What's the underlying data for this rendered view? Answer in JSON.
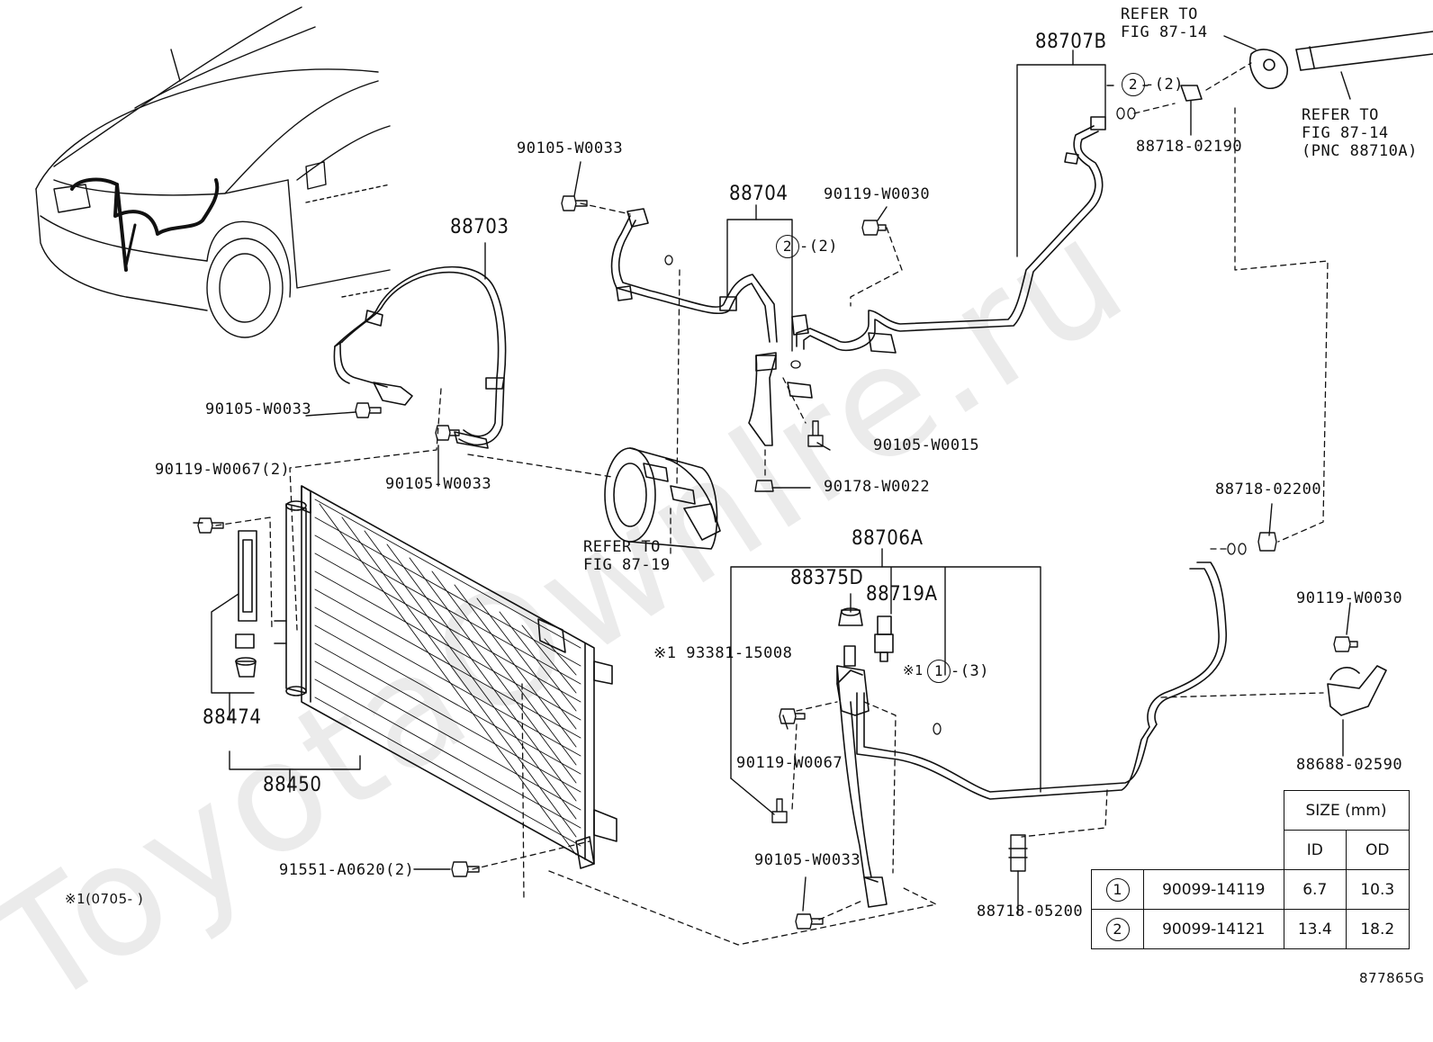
{
  "watermark": "ToyotaOwnIre.ru",
  "figure_code": "877865G",
  "footnote": "※1(0705-     )",
  "callouts": {
    "refer_87_14_a": "REFER TO",
    "refer_87_14_a2": "FIG 87-14",
    "p88707B": "88707B",
    "p88718_02190": "88718-02190",
    "refer_87_14_b": "REFER TO",
    "refer_87_14_b2": "FIG 87-14",
    "refer_87_14_b3": "(PNC 88710A)",
    "p90105_W0033_top": "90105-W0033",
    "p88704": "88704",
    "p90119_W0030_top": "90119-W0030",
    "p88703": "88703",
    "p90105_W0033_left": "90105-W0033",
    "p90105_W0033_mid": "90105-W0033",
    "p90119_W0067_2": "90119-W0067(2)",
    "p90105_W0015": "90105-W0015",
    "p90178_W0022": "90178-W0022",
    "refer_87_19": "REFER TO",
    "refer_87_19b": "FIG 87-19",
    "p88718_02200": "88718-02200",
    "p88706A": "88706A",
    "p88375D": "88375D",
    "p88719A": "88719A",
    "p93381": "※1 93381-15008",
    "p1_3_mark": "※1",
    "p1_3_qty": "-(3)",
    "p2_2_qty_a": "-(2)",
    "p2_2_qty_b": "-(2)",
    "p90119_W0030_right": "90119-W0030",
    "p88474": "88474",
    "p88450": "88450",
    "p90119_W0067": "90119-W0067",
    "p88688_02590": "88688-02590",
    "p91551": "91551-A0620(2)",
    "p90105_W0033_bot": "90105-W0033",
    "p88718_05200": "88718-05200",
    "c1": "1",
    "c2": "2"
  },
  "size_table": {
    "title": "SIZE (mm)",
    "col_id": "ID",
    "col_od": "OD",
    "rows": [
      {
        "no": "1",
        "part": "90099-14119",
        "id": "6.7",
        "od": "10.3"
      },
      {
        "no": "2",
        "part": "90099-14121",
        "id": "13.4",
        "od": "18.2"
      }
    ]
  }
}
